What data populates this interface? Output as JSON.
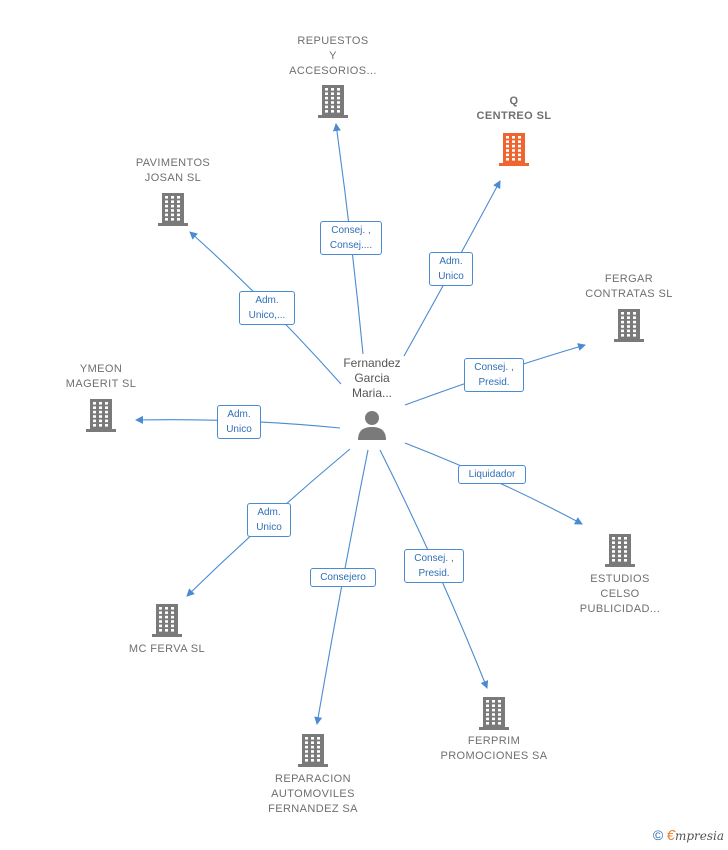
{
  "center": {
    "name": "Fernandez\nGarcia\nMaria...",
    "icon": "person-icon"
  },
  "companies": [
    {
      "id": "repuestos",
      "name": "REPUESTOS\nY\nACCESORIOS...",
      "highlight": false
    },
    {
      "id": "q-centreo",
      "name": "Q\nCENTREO  SL",
      "highlight": true
    },
    {
      "id": "pavimentos",
      "name": "PAVIMENTOS\nJOSAN SL",
      "highlight": false
    },
    {
      "id": "fergar",
      "name": "FERGAR\nCONTRATAS SL",
      "highlight": false
    },
    {
      "id": "ymeon",
      "name": "YMEON\nMAGERIT SL",
      "highlight": false
    },
    {
      "id": "estudios",
      "name": "ESTUDIOS\nCELSO\nPUBLICIDAD...",
      "highlight": false
    },
    {
      "id": "mc-ferva",
      "name": "MC FERVA  SL",
      "highlight": false
    },
    {
      "id": "ferprim",
      "name": "FERPRIM\nPROMOCIONES SA",
      "highlight": false
    },
    {
      "id": "reparacion",
      "name": "REPARACION\nAUTOMOVILES\nFERNANDEZ SA",
      "highlight": false
    }
  ],
  "edges": [
    {
      "to": "repuestos",
      "label": "Consej. ,\nConsej...."
    },
    {
      "to": "q-centreo",
      "label": "Adm.\nUnico"
    },
    {
      "to": "pavimentos",
      "label": "Adm.\nUnico,..."
    },
    {
      "to": "fergar",
      "label": "Consej. ,\nPresid."
    },
    {
      "to": "ymeon",
      "label": "Adm.\nUnico"
    },
    {
      "to": "estudios",
      "label": "Liquidador"
    },
    {
      "to": "mc-ferva",
      "label": "Adm.\nUnico"
    },
    {
      "to": "reparacion",
      "label": "Consejero"
    },
    {
      "to": "ferprim",
      "label": "Consej. ,\nPresid."
    }
  ],
  "colors": {
    "edge": "#4a8bd1",
    "building": "#7a7a7a",
    "building_highlight": "#f0652f",
    "person": "#7a7a7a"
  },
  "footer": {
    "copyright_symbol": "©",
    "brand_initial": "€",
    "brand_rest": "mpresia"
  }
}
